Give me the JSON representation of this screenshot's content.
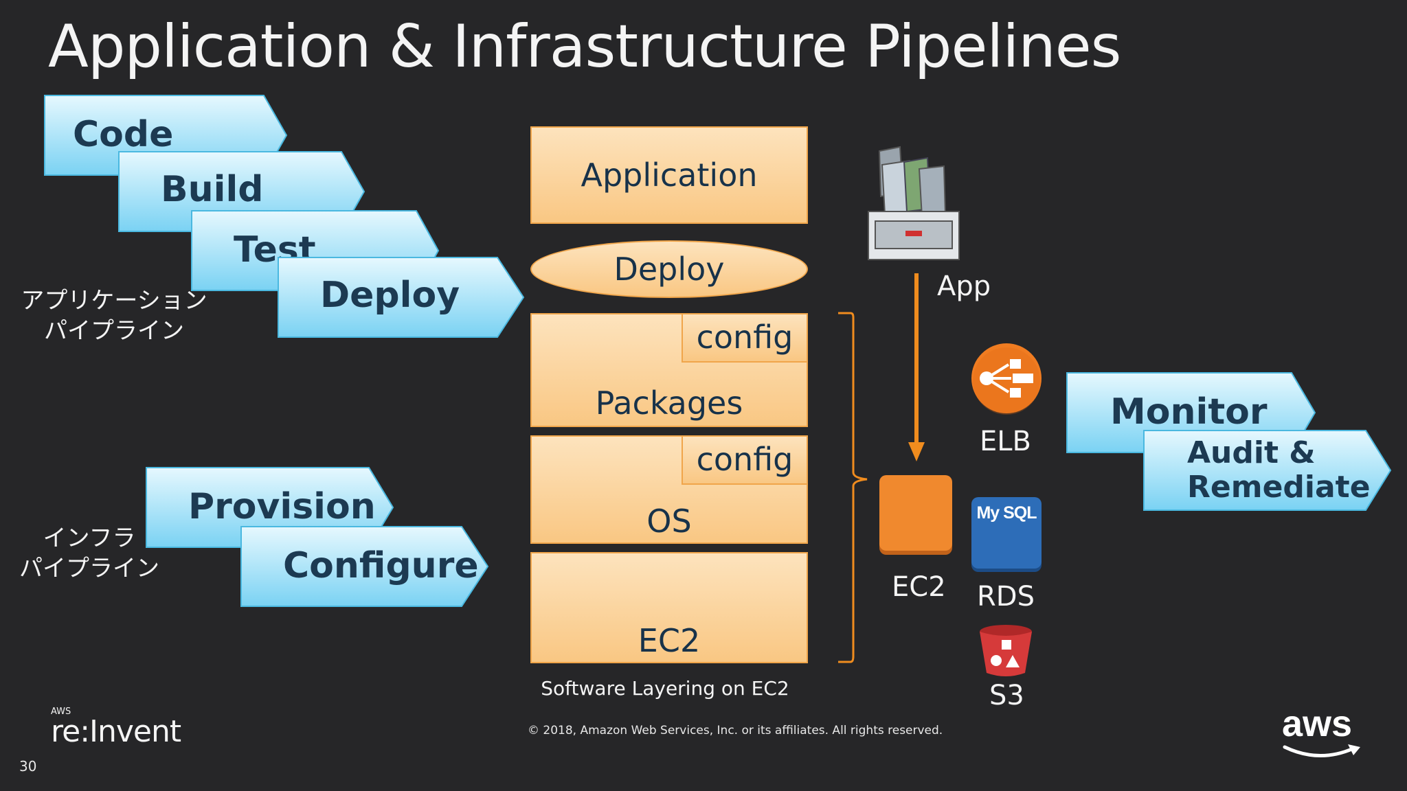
{
  "slide": {
    "title": "Application & Infrastructure Pipelines",
    "page_number": "30",
    "copyright": "© 2018, Amazon Web Services, Inc. or its affiliates. All rights reserved.",
    "event_logo_small": "AWS",
    "event_logo": "re:Invent",
    "aws_logo": "aws"
  },
  "app_pipeline": {
    "label_line1": "アプリケーション",
    "label_line2": "パイプライン",
    "stages": [
      "Code",
      "Build",
      "Test",
      "Deploy"
    ]
  },
  "infra_pipeline": {
    "label_line1": "インフラ",
    "label_line2": "パイプライン",
    "stages": [
      "Provision",
      "Configure"
    ]
  },
  "stack": {
    "application": "Application",
    "deploy": "Deploy",
    "config1": "config",
    "packages": "Packages",
    "config2": "config",
    "os": "OS",
    "ec2": "EC2",
    "caption": "Software Layering on EC2"
  },
  "services": {
    "app": "App",
    "ec2": "EC2",
    "elb": "ELB",
    "rds": "RDS",
    "rds_icon_text": "My SQL",
    "s3": "S3"
  },
  "ops": {
    "stages": [
      "Monitor",
      "Audit &",
      "Remediate"
    ]
  },
  "colors": {
    "chevron_light": "#e0f6fd",
    "chevron_dark": "#7fd4f4",
    "layer_orange": "#f9c783",
    "ec2_orange": "#f0892e",
    "elb_orange": "#f07c21",
    "rds_blue": "#2d6db8",
    "s3_red": "#d63a3a",
    "arrow_orange": "#f08c1e"
  }
}
